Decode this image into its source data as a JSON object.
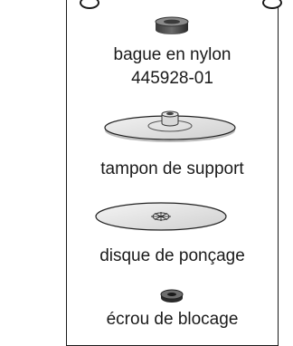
{
  "parts": [
    {
      "icon": "nylon-ring-icon",
      "label": "bague en nylon",
      "part_number": "445928-01"
    },
    {
      "icon": "backing-pad-icon",
      "label": "tampon de support"
    },
    {
      "icon": "sanding-disc-icon",
      "label": "disque de ponçage"
    },
    {
      "icon": "lock-nut-icon",
      "label": "écrou de blocage"
    }
  ]
}
